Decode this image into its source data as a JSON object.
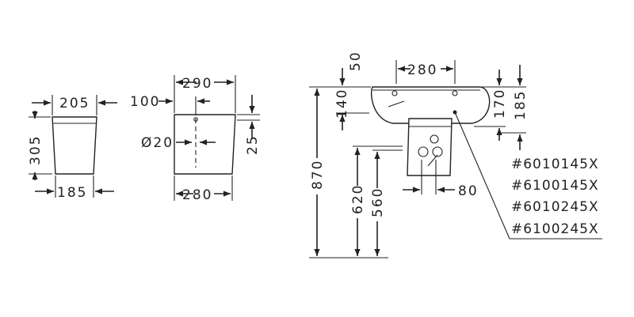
{
  "view_semi_pedestal": {
    "width_top": "205",
    "height": "305",
    "width_bottom": "185"
  },
  "view_side": {
    "top_width": "290",
    "offset": "100",
    "hole_diameter": "Ø20",
    "height": "25",
    "bottom_width": "280"
  },
  "view_installation": {
    "top_width": "280",
    "top_height": "50",
    "rim_height": "140",
    "total_height": "870",
    "lower_height_1": "620",
    "lower_height_2": "560",
    "pedestal_offset": "80",
    "basin_depth_1": "170",
    "basin_depth_2": "185"
  },
  "article_numbers": [
    "#6010145X",
    "#6100145X",
    "#6010245X",
    "#6100245X"
  ]
}
